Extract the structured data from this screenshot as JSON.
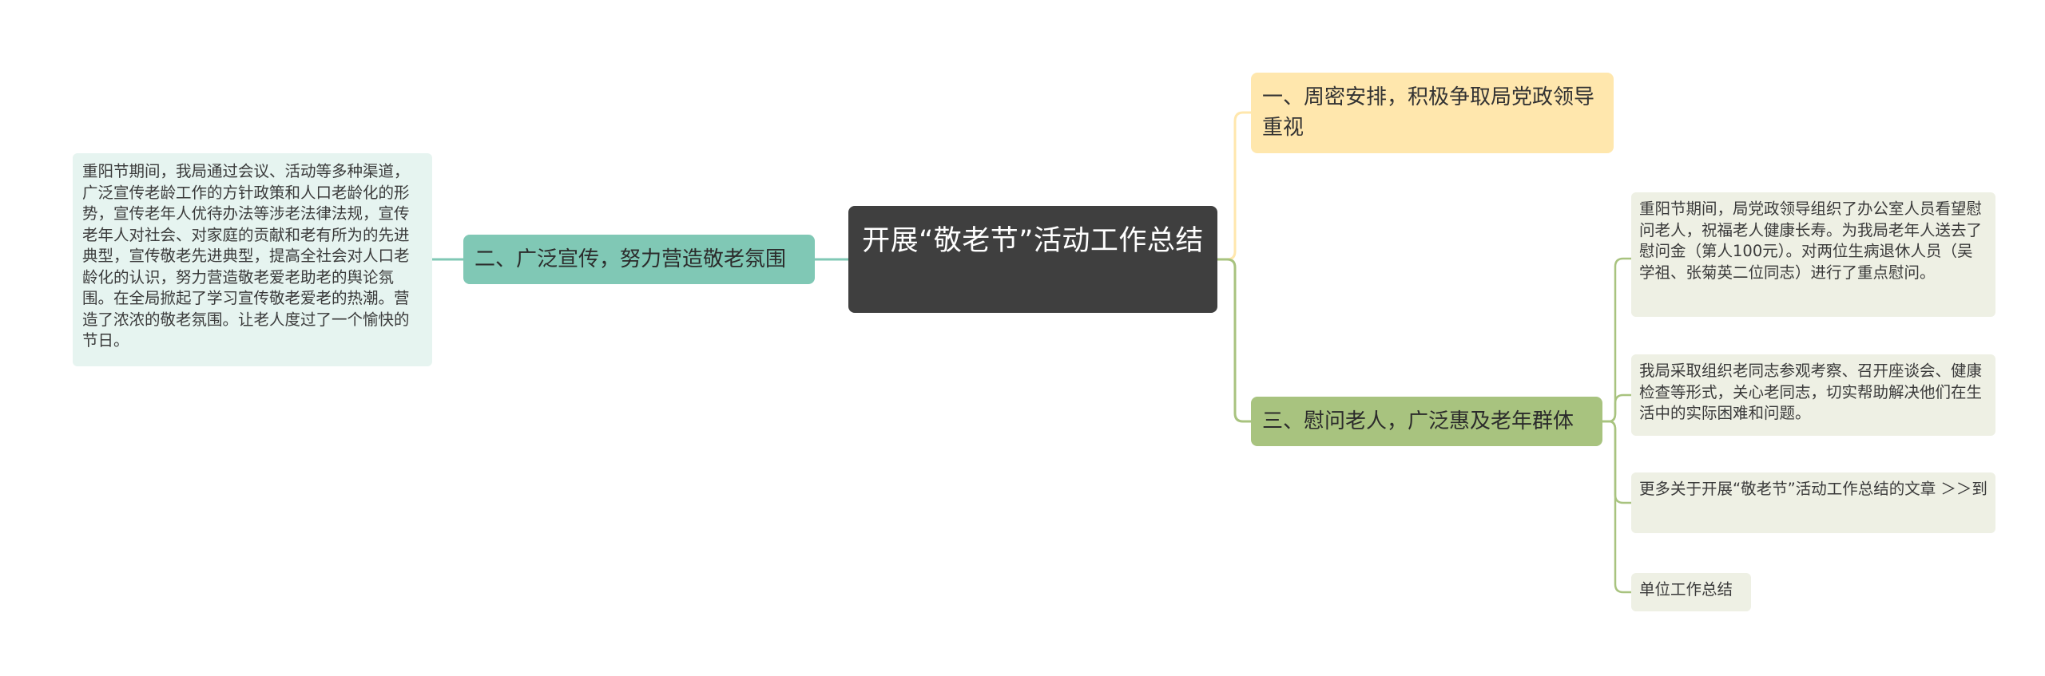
{
  "root": {
    "title": "开展“敬老节”活动工作总结"
  },
  "branches": [
    {
      "label": "一、周密安排，积极争取局党政领导重视",
      "color": "#ffe7ad"
    },
    {
      "label": "二、广泛宣传，努力营造敬老氛围",
      "color": "#80c8b5",
      "children": [
        "重阳节期间，我局通过会议、活动等多种渠道，广泛宣传老龄工作的方针政策和人口老龄化的形势，宣传老年人优待办法等涉老法律法规，宣传老年人对社会、对家庭的贡献和老有所为的先进典型，宣传敬老先进典型，提高全社会对人口老龄化的认识，努力营造敬老爱老助老的舆论氛围。在全局掀起了学习宣传敬老爱老的热潮。营造了浓浓的敬老氛围。让老人度过了一个愉快的节日。"
      ]
    },
    {
      "label": "三、慰问老人，广泛惠及老年群体",
      "color": "#a8c37f",
      "children": [
        "重阳节期间，局党政领导组织了办公室人员看望慰问老人，祝福老人健康长寿。为我局老年人送去了慰问金（第人100元）。对两位生病退休人员（吴学祖、张菊英二位同志）进行了重点慰问。",
        "我局采取组织老同志参观考察、召开座谈会、健康检查等形式，关心老同志，切实帮助解决他们在生活中的实际困难和问题。",
        "更多关于开展“敬老节”活动工作总结的文章 ＞＞到",
        "单位工作总结"
      ]
    }
  ],
  "colors": {
    "root": "#3f3f3f",
    "edge_left": "#80c8b5",
    "edge_top": "#ffe7ad",
    "edge_bottom": "#a8c37f",
    "leaf_left_bg": "#e6f4f0",
    "leaf_right_bg": "#eef0e4"
  }
}
